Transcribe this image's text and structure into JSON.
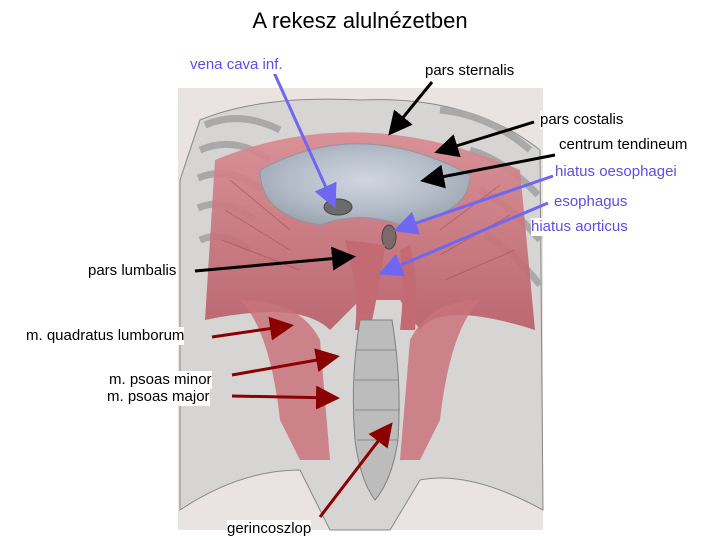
{
  "title": "A rekesz alulnézetben",
  "labels": {
    "vena_cava": "vena cava inf.",
    "pars_sternalis": "pars sternalis",
    "pars_costalis": "pars costalis",
    "centrum_tendineum": "centrum tendineum",
    "hiatus_oesophagei": "hiatus oesophagei",
    "esophagus": "esophagus",
    "hiatus_aorticus": "hiatus aorticus",
    "pars_lumbalis": "pars lumbalis",
    "quadratus": "m. quadratus lumborum",
    "psoas_minor": "m. psoas minor",
    "psoas_major": "m. psoas major",
    "gerincoszlop": "gerincoszlop"
  },
  "colors": {
    "blue_arrow": "#6f67f2",
    "black_arrow": "#000000",
    "red_arrow": "#8b0000",
    "muscle": "#c9737a",
    "tendon": "#b9c3d0",
    "bone": "#dcdcdc"
  }
}
